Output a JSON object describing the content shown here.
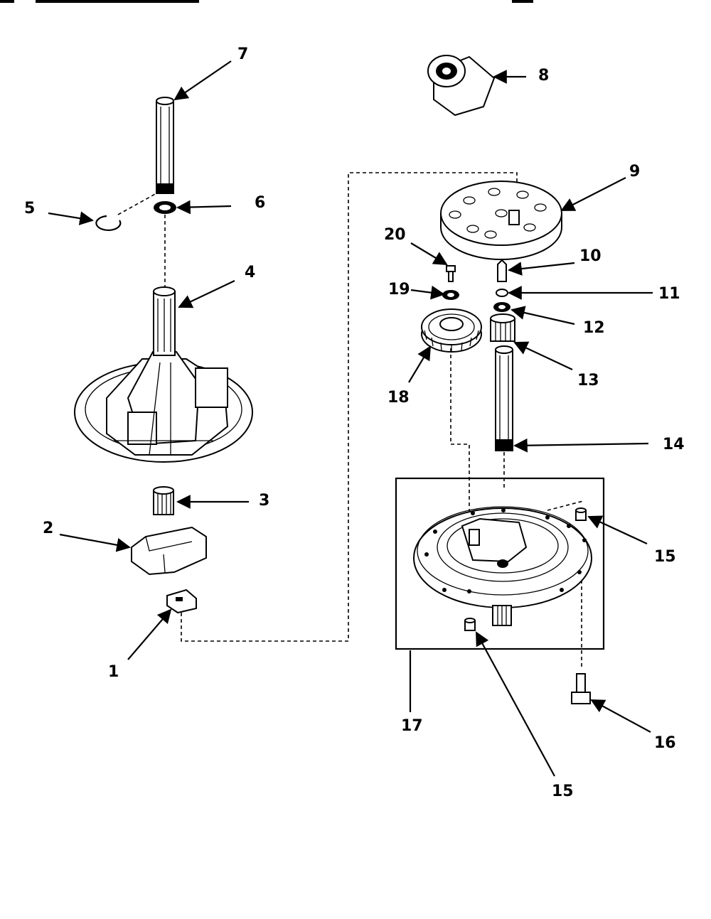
{
  "diagram": {
    "callouts": [
      {
        "id": "c1",
        "text": "1"
      },
      {
        "id": "c2",
        "text": "2"
      },
      {
        "id": "c3",
        "text": "3"
      },
      {
        "id": "c4",
        "text": "4"
      },
      {
        "id": "c5",
        "text": "5"
      },
      {
        "id": "c6",
        "text": "6"
      },
      {
        "id": "c7",
        "text": "7"
      },
      {
        "id": "c8",
        "text": "8"
      },
      {
        "id": "c9",
        "text": "9"
      },
      {
        "id": "c10",
        "text": "10"
      },
      {
        "id": "c11",
        "text": "11"
      },
      {
        "id": "c12",
        "text": "12"
      },
      {
        "id": "c13",
        "text": "13"
      },
      {
        "id": "c14",
        "text": "14"
      },
      {
        "id": "c15a",
        "text": "15"
      },
      {
        "id": "c15b",
        "text": "15"
      },
      {
        "id": "c16",
        "text": "16"
      },
      {
        "id": "c17",
        "text": "17"
      },
      {
        "id": "c18",
        "text": "18"
      },
      {
        "id": "c19",
        "text": "19"
      },
      {
        "id": "c20",
        "text": "20"
      }
    ]
  }
}
